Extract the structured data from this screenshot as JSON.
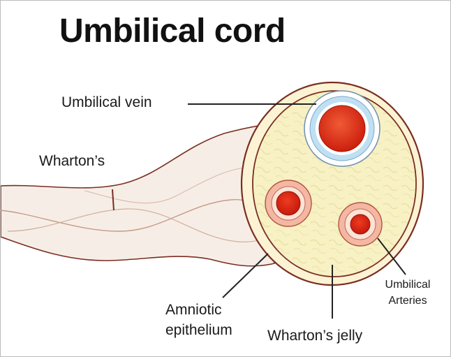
{
  "title": "Umbilical cord",
  "labels": {
    "umbilical_vein": "Umbilical vein",
    "whartons": "Wharton’s",
    "amniotic_line1": "Amniotic",
    "amniotic_line2": "epithelium",
    "whartons_jelly": "Wharton’s jelly",
    "arteries_line1": "Umbilical",
    "arteries_line2": "Arteries"
  },
  "colors": {
    "cord_outline": "#7a2e22",
    "jelly_fill": "#f7f1c4",
    "cord_fill": "#f6eee6",
    "vessel_red": "#e8301a",
    "vein_wall": "#bfe0f3",
    "artery_wall": "#f4b7a3"
  }
}
